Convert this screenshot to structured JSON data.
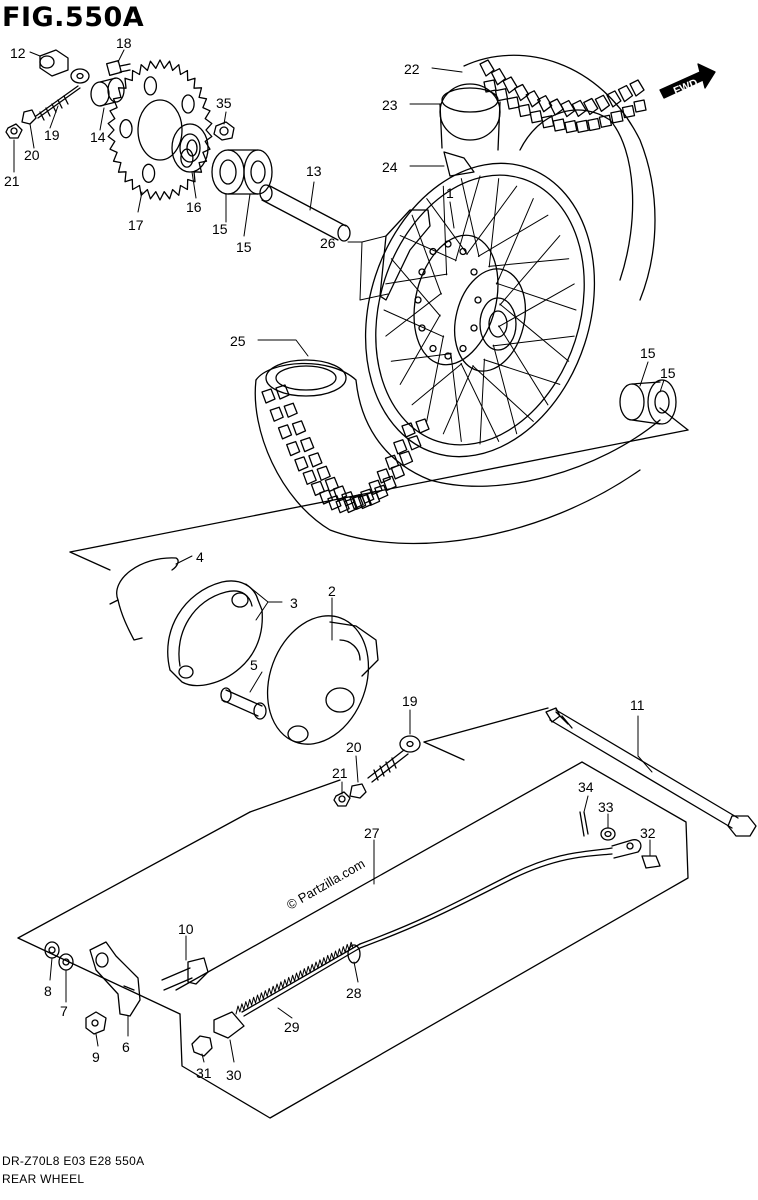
{
  "figure": {
    "title": "FIG.550A",
    "model_code": "DR-Z70L8  E03  E28  550A",
    "section_name": "REAR WHEEL",
    "watermark": "© Partzilla.com",
    "fwd_badge": "FWD"
  },
  "callouts": [
    {
      "id": "c12",
      "label": "12"
    },
    {
      "id": "c18",
      "label": "18"
    },
    {
      "id": "c19a",
      "label": "19"
    },
    {
      "id": "c20a",
      "label": "20"
    },
    {
      "id": "c21a",
      "label": "21"
    },
    {
      "id": "c14",
      "label": "14"
    },
    {
      "id": "c17",
      "label": "17"
    },
    {
      "id": "c35",
      "label": "35"
    },
    {
      "id": "c16",
      "label": "16"
    },
    {
      "id": "c15a",
      "label": "15"
    },
    {
      "id": "c15b",
      "label": "15"
    },
    {
      "id": "c13",
      "label": "13"
    },
    {
      "id": "c22",
      "label": "22"
    },
    {
      "id": "c23",
      "label": "23"
    },
    {
      "id": "c24",
      "label": "24"
    },
    {
      "id": "c1",
      "label": "1"
    },
    {
      "id": "c26",
      "label": "26"
    },
    {
      "id": "c25",
      "label": "25"
    },
    {
      "id": "c15c",
      "label": "15"
    },
    {
      "id": "c15d",
      "label": "15"
    },
    {
      "id": "c4",
      "label": "4"
    },
    {
      "id": "c3",
      "label": "3"
    },
    {
      "id": "c2",
      "label": "2"
    },
    {
      "id": "c5",
      "label": "5"
    },
    {
      "id": "c19b",
      "label": "19"
    },
    {
      "id": "c20b",
      "label": "20"
    },
    {
      "id": "c21b",
      "label": "21"
    },
    {
      "id": "c11",
      "label": "11"
    },
    {
      "id": "c34",
      "label": "34"
    },
    {
      "id": "c33",
      "label": "33"
    },
    {
      "id": "c32",
      "label": "32"
    },
    {
      "id": "c27",
      "label": "27"
    },
    {
      "id": "c10",
      "label": "10"
    },
    {
      "id": "c8",
      "label": "8"
    },
    {
      "id": "c7",
      "label": "7"
    },
    {
      "id": "c9",
      "label": "9"
    },
    {
      "id": "c6",
      "label": "6"
    },
    {
      "id": "c28",
      "label": "28"
    },
    {
      "id": "c29",
      "label": "29"
    },
    {
      "id": "c31",
      "label": "31"
    },
    {
      "id": "c30",
      "label": "30"
    }
  ]
}
